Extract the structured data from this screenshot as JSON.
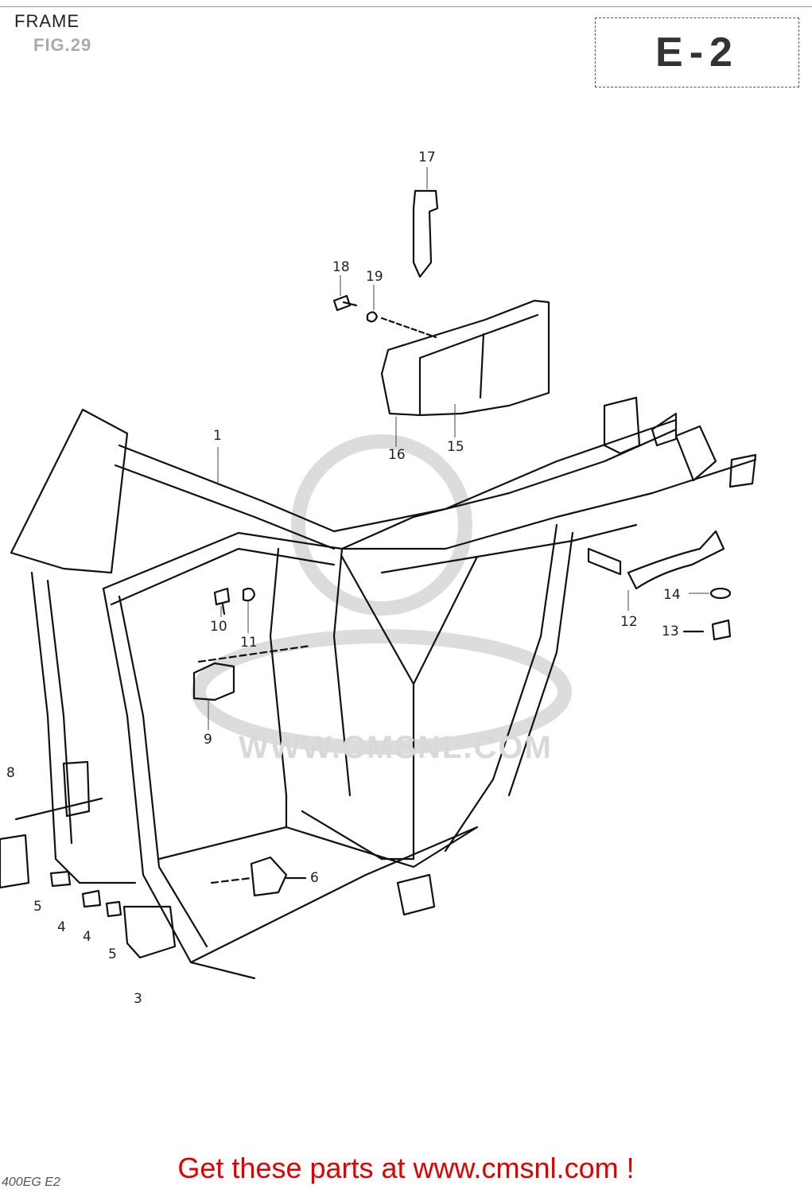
{
  "header": {
    "title": "FRAME",
    "figure": "FIG.29"
  },
  "code_box": "E-2",
  "watermark": "WWW.CMSNL.COM",
  "callouts": [
    "17",
    "18",
    "19",
    "16",
    "15",
    "1",
    "10",
    "11",
    "9",
    "14",
    "12",
    "13",
    "6",
    "8",
    "5",
    "4",
    "4",
    "5",
    "3"
  ],
  "footer": {
    "drawing_code": "400EG E2",
    "cta": "Get these parts at www.cmsnl.com !"
  }
}
